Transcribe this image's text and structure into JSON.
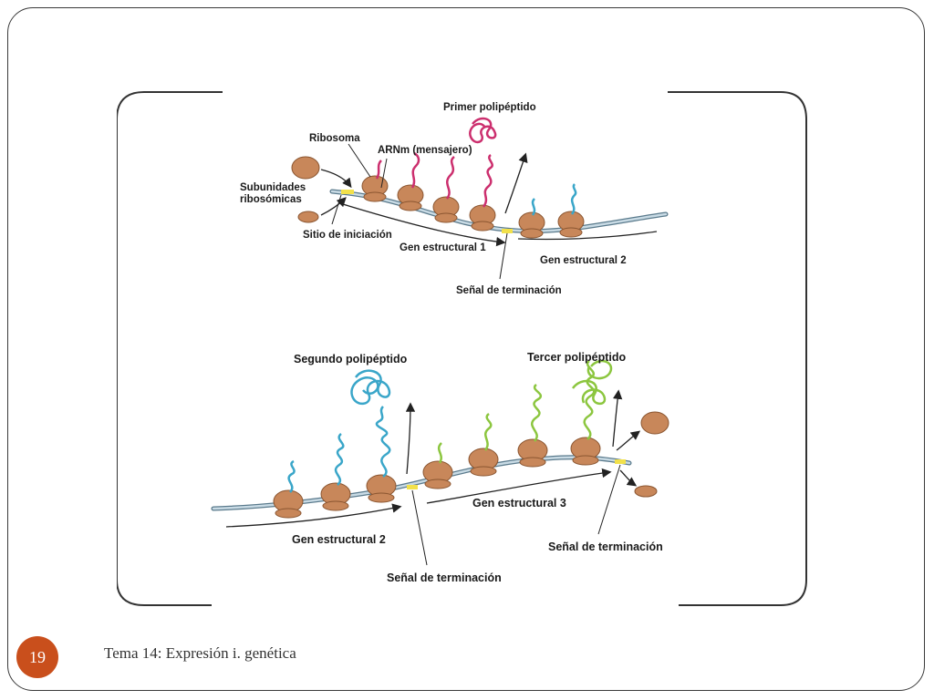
{
  "colors": {
    "ribosome": "#c8875a",
    "ribosome_edge": "#8a5530",
    "mrna": "#9fb8c6",
    "polypeptide_1": "#cc2f6e",
    "polypeptide_2": "#3aa6c9",
    "polypeptide_3": "#8cc63f",
    "signal": "#f2e14b",
    "badge": "#c94f1c"
  },
  "top_panel": {
    "primer_polipeptido": "Primer polipéptido",
    "ribosoma": "Ribosoma",
    "arnm": "ARNm (mensajero)",
    "subunidades_1": "Subunidades",
    "subunidades_2": "ribosómicas",
    "sitio_iniciacion": "Sitio de iniciación",
    "gen_estructural_1": "Gen estructural 1",
    "gen_estructural_2": "Gen estructural 2",
    "senal_terminacion": "Señal de terminación"
  },
  "bottom_panel": {
    "segundo_polipeptido": "Segundo polipéptido",
    "tercer_polipeptido": "Tercer polipéptido",
    "gen_estructural_2": "Gen estructural 2",
    "gen_estructural_3": "Gen estructural 3",
    "senal_terminacion_1": "Señal de terminación",
    "senal_terminacion_2": "Señal de terminación"
  },
  "footer": {
    "slide_number": "19",
    "title": "Tema 14: Expresión i. genética"
  }
}
